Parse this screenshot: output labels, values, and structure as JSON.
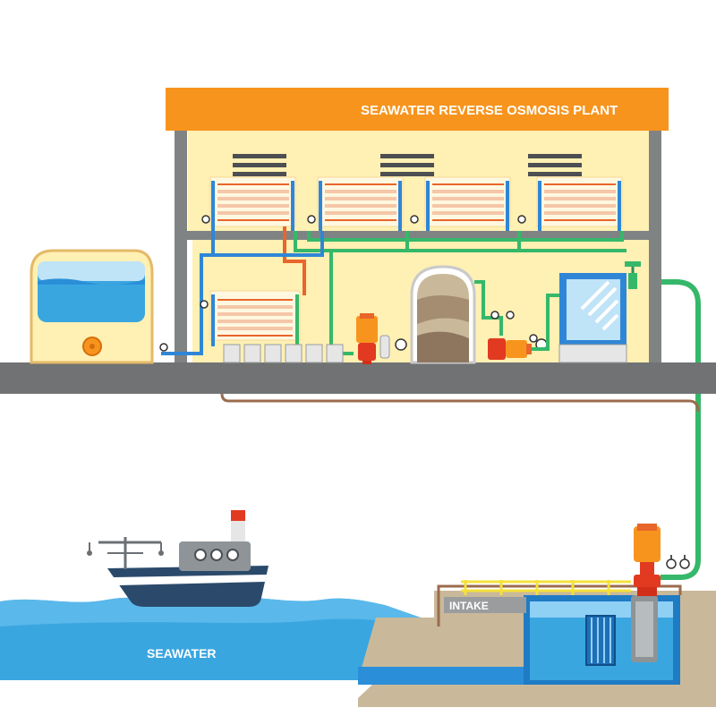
{
  "title": "SEAWATER REVERSE OSMOSIS PLANT",
  "labels": {
    "intake": "INTAKE",
    "seawater": "SEAWATER"
  },
  "colors": {
    "roof": "#f7941d",
    "building_wall": "#fff0b3",
    "building_frame": "#7f8384",
    "ground_slab": "#707274",
    "pipe_blue": "#2f86d6",
    "pipe_green": "#36b86a",
    "pipe_orange": "#e8652b",
    "pipe_brown": "#9c6b4e",
    "water": "#3aa6e0",
    "water_light": "#8fd0f5",
    "soil": "#c9b99a",
    "pump_red": "#e13a21",
    "pump_orange": "#f7941d",
    "railing": "#f4e13a"
  },
  "icons": [
    "membrane-rack-icon",
    "pump-icon",
    "gauge-icon",
    "valve-icon",
    "ship-icon",
    "filter-screen-icon",
    "storage-tank-icon",
    "sand-filter-icon"
  ]
}
